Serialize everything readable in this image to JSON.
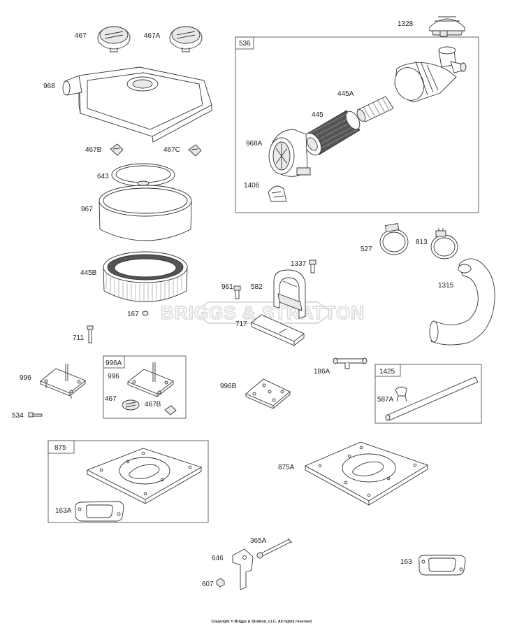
{
  "labels": {
    "p467": "467",
    "p467A": "467A",
    "p968": "968",
    "p467B": "467B",
    "p467C": "467C",
    "p643": "643",
    "p967": "967",
    "p445B": "445B",
    "p167": "167",
    "p711": "711",
    "p996": "996",
    "p534": "534",
    "p996A": "996A",
    "p996_in": "996",
    "p467_in": "467",
    "p467B_in": "467B",
    "p875": "875",
    "p163A": "163A",
    "p1328": "1328",
    "p536": "536",
    "p445A": "445A",
    "p445": "445",
    "p968A": "968A",
    "p1406": "1406",
    "p527": "527",
    "p813": "813",
    "p1315": "1315",
    "p1337": "1337",
    "p961": "961",
    "p582": "582",
    "p717": "717",
    "p186A": "186A",
    "p1425": "1425",
    "p587A": "587A",
    "p996B": "996B",
    "p875A": "875A",
    "p365A": "365A",
    "p646": "646",
    "p607": "607",
    "p163": "163"
  },
  "watermark": "BRIGGS & STRATTON",
  "copyright": "Copyright © Briggs & Stratton, LLC. All rights reserved."
}
